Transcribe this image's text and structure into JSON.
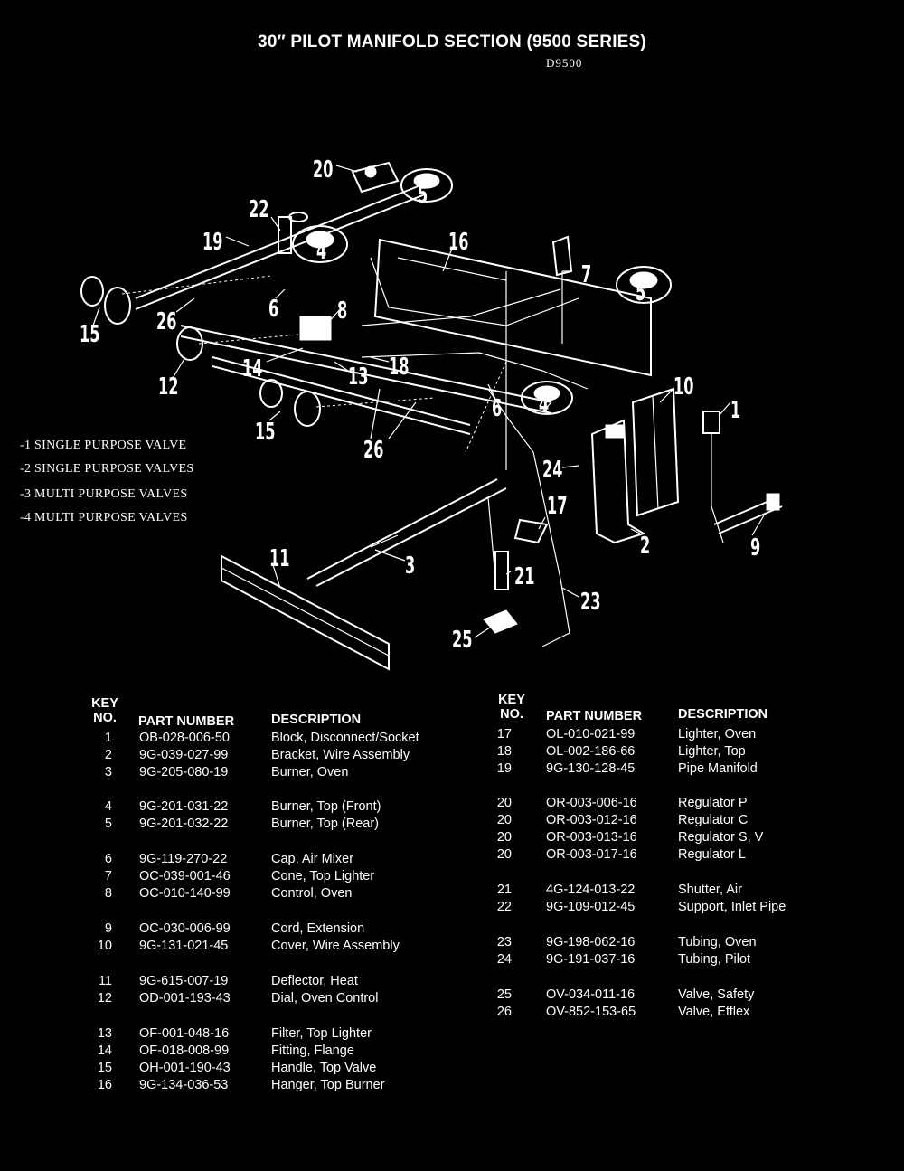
{
  "title": "30″ PILOT MANIFOLD SECTION (9500 SERIES)",
  "subtitle": "D9500",
  "notes": [
    "-1 SINGLE PURPOSE VALVE",
    "-2 SINGLE PURPOSE VALVES",
    "-3 MULTI PURPOSE VALVES",
    "-4 MULTI PURPOSE VALVES"
  ],
  "callouts": {
    "c20": "20",
    "c22": "22",
    "c19": "19",
    "c5a": "5",
    "c16": "16",
    "c4a": "4",
    "c7": "7",
    "c5b": "5",
    "c15a": "15",
    "c26a": "26",
    "c6a": "6",
    "c8": "8",
    "c12": "12",
    "c14": "14",
    "c13": "13",
    "c18": "18",
    "c10": "10",
    "c1": "1",
    "c6b": "6",
    "c4b": "4",
    "c15b": "15",
    "c26b": "26",
    "c24": "24",
    "c17": "17",
    "c2": "2",
    "c9": "9",
    "c11": "11",
    "c3": "3",
    "c21": "21",
    "c23": "23",
    "c25": "25"
  },
  "table": {
    "headers": {
      "key_line1": "KEY",
      "key_line2": "NO.",
      "part": "PART NUMBER",
      "desc": "DESCRIPTION"
    },
    "left": [
      {
        "key": "1",
        "part": "OB-028-006-50",
        "desc": "Block, Disconnect/Socket"
      },
      {
        "key": "2",
        "part": "9G-039-027-99",
        "desc": "Bracket, Wire Assembly"
      },
      {
        "key": "3",
        "part": "9G-205-080-19",
        "desc": "Burner, Oven"
      },
      {
        "key": "4",
        "part": "9G-201-031-22",
        "desc": "Burner, Top (Front)"
      },
      {
        "key": "5",
        "part": "9G-201-032-22",
        "desc": "Burner, Top (Rear)"
      },
      {
        "key": "6",
        "part": "9G-119-270-22",
        "desc": "Cap, Air Mixer"
      },
      {
        "key": "7",
        "part": "OC-039-001-46",
        "desc": "Cone, Top Lighter"
      },
      {
        "key": "8",
        "part": "OC-010-140-99",
        "desc": "Control, Oven"
      },
      {
        "key": "9",
        "part": "OC-030-006-99",
        "desc": "Cord, Extension"
      },
      {
        "key": "10",
        "part": "9G-131-021-45",
        "desc": "Cover, Wire Assembly"
      },
      {
        "key": "11",
        "part": "9G-615-007-19",
        "desc": "Deflector, Heat"
      },
      {
        "key": "12",
        "part": "OD-001-193-43",
        "desc": "Dial, Oven Control"
      },
      {
        "key": "13",
        "part": "OF-001-048-16",
        "desc": "Filter, Top Lighter"
      },
      {
        "key": "14",
        "part": "OF-018-008-99",
        "desc": "Fitting, Flange"
      },
      {
        "key": "15",
        "part": "OH-001-190-43",
        "desc": "Handle, Top Valve"
      },
      {
        "key": "16",
        "part": "9G-134-036-53",
        "desc": "Hanger, Top Burner"
      }
    ],
    "right": [
      {
        "key": "17",
        "part": "OL-010-021-99",
        "desc": "Lighter, Oven"
      },
      {
        "key": "18",
        "part": "OL-002-186-66",
        "desc": "Lighter, Top"
      },
      {
        "key": "19",
        "part": "9G-130-128-45",
        "desc": "Pipe Manifold"
      },
      {
        "key": "20",
        "part": "OR-003-006-16",
        "desc": "Regulator P"
      },
      {
        "key": "20",
        "part": "OR-003-012-16",
        "desc": "Regulator C"
      },
      {
        "key": "20",
        "part": "OR-003-013-16",
        "desc": "Regulator S, V"
      },
      {
        "key": "20",
        "part": "OR-003-017-16",
        "desc": "Regulator L"
      },
      {
        "key": "21",
        "part": "4G-124-013-22",
        "desc": "Shutter, Air"
      },
      {
        "key": "22",
        "part": "9G-109-012-45",
        "desc": "Support, Inlet Pipe"
      },
      {
        "key": "23",
        "part": "9G-198-062-16",
        "desc": "Tubing, Oven"
      },
      {
        "key": "24",
        "part": "9G-191-037-16",
        "desc": "Tubing, Pilot"
      },
      {
        "key": "25",
        "part": "OV-034-011-16",
        "desc": "Valve, Safety"
      },
      {
        "key": "26",
        "part": "OV-852-153-65",
        "desc": "Valve, Efflex"
      }
    ]
  }
}
